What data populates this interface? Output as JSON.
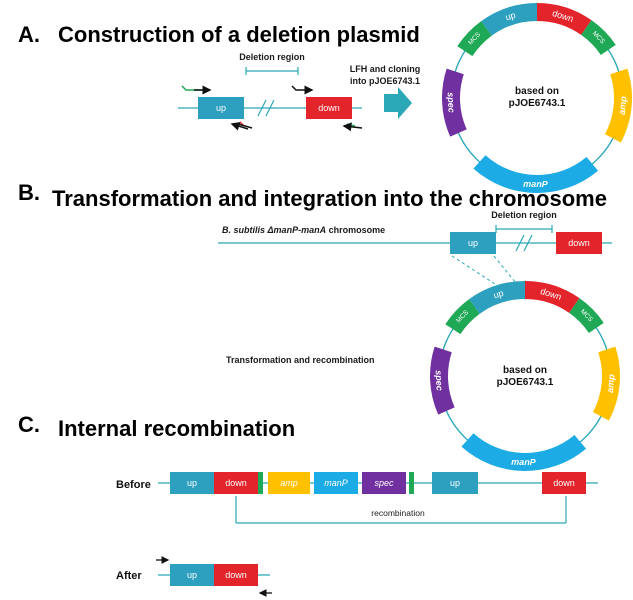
{
  "sections": {
    "a": {
      "letter": "A.",
      "title": "Construction of a deletion plasmid"
    },
    "b": {
      "letter": "B.",
      "title": "Transformation and integration into the chromosome"
    },
    "c": {
      "letter": "C.",
      "title": "Internal recombination"
    }
  },
  "labels": {
    "deletion_region": "Deletion region",
    "lfh_line1": "LFH and cloning",
    "lfh_line2": "into pJOE6743.1",
    "chromosome_prefix": "B. subtilis ",
    "chromosome_genotype": "ΔmanP-manA",
    "chromosome_suffix": " chromosome",
    "transformation": "Transformation and recombination",
    "recombination": "recombination",
    "before": "Before",
    "after": "After"
  },
  "plasmid": {
    "center_line1": "based on",
    "center_line2": "pJOE6743.1",
    "segments": {
      "up": "up",
      "down": "down",
      "mcs": "MCS",
      "amp": "amp",
      "spec": "spec",
      "manP": "manP"
    }
  },
  "elements": {
    "up": "up",
    "down": "down",
    "amp": "amp",
    "manP": "manP",
    "spec": "spec"
  },
  "colors": {
    "up": "#2ea0bf",
    "down": "#e3242b",
    "mcs": "#1fa855",
    "amp": "#ffc000",
    "spec": "#7030a0",
    "manP": "#1cabe5",
    "backbone": "#2aa8b8"
  }
}
